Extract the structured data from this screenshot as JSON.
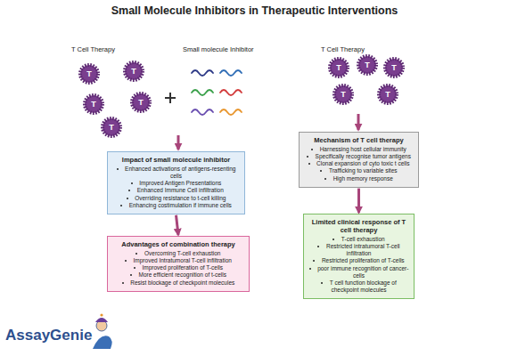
{
  "diagram": {
    "title": "Small Molecule Inhibitors in Therapeutic Interventions",
    "nodes": [
      {
        "text": [
          "Impact of small molecule inhibitor",
          "Enhanced activations of antigens-resenting cells",
          "Improved Antigen Presentations",
          "Enhanced Immune Cell infiltration",
          "Overriding resistance to t-cell killing",
          "Enhancing costimulation if immune cells"
        ]
      },
      {
        "text": [
          "Advantages of combination therapy",
          "Overcoming T-cell exhaustion",
          "Improved Intratumoral T-cell infiltration",
          "Improved proliferation of T-cells",
          "More efficient recognition of t-cells",
          "Resist blockage of checkpoint molecules"
        ]
      },
      {
        "text": [
          "Mechanism of T cell therapy",
          "Harnessing host cellular immunity",
          "Specifically recognise tumor antigens",
          "Clonal expansion of cyto toxic t cells",
          "Trafficking to variable sites",
          "High memory response"
        ]
      },
      {
        "text": [
          "Limited clinical response of T cell therapy",
          "T-cell exhaustion",
          "Restricted intratumoral T-cell infiltration",
          "Restricted proliferation of T-cells",
          "poor immune recognition of cancer-cells",
          "T cell function blockage of checkpoint molecules"
        ]
      }
    ],
    "edges": [
      {
        "from": 0,
        "to": 1,
        "arrow": "to"
      },
      {
        "from": 2,
        "to": 3,
        "arrow": "to"
      }
    ],
    "labels": [
      "T Cell Therapy",
      "Small molecule Inhibitor",
      "T",
      "T",
      "T",
      "T",
      "T",
      "T Cell Therapy",
      "T",
      "T",
      "T",
      "T",
      "T",
      "AssayGenie"
    ]
  }
}
